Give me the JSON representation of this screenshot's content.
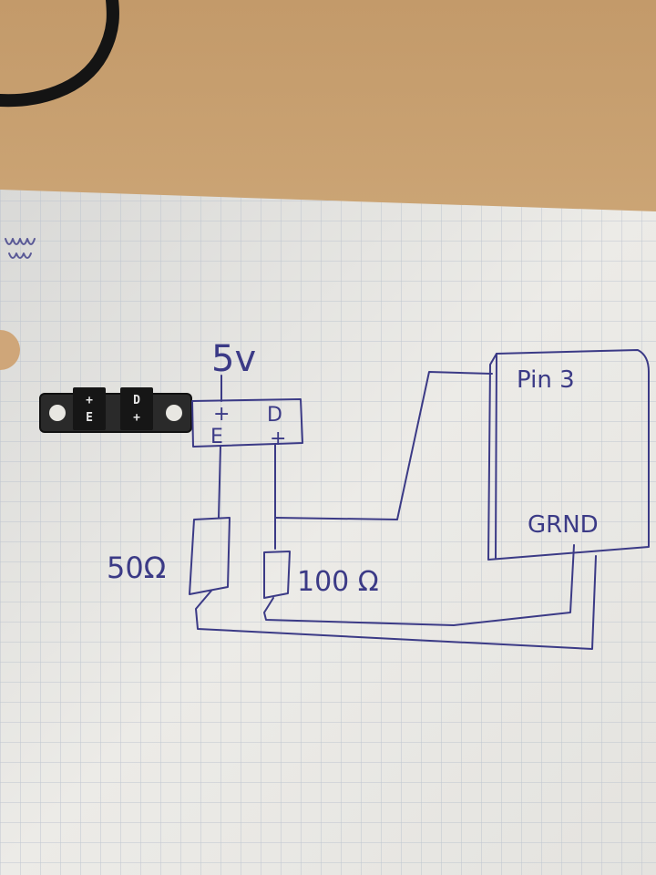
{
  "diagram": {
    "supply_label": "5v",
    "sensor_drawn": {
      "plus_label": "+",
      "e_label": "E",
      "d_label": "D",
      "plus_label_2": "+"
    },
    "resistor_left_label": "50Ω",
    "resistor_right_label": "100 Ω",
    "board_pin_label": "Pin 3",
    "board_ground_label": "GRND"
  },
  "sensor_part": {
    "left_top": "+",
    "left_bottom": "E",
    "right_top": "D",
    "right_bottom": "+"
  },
  "colors": {
    "ink": "#3b3a86",
    "paper": "#ecebe7",
    "grid": "#b9c0cc",
    "table": "#c9a271"
  }
}
